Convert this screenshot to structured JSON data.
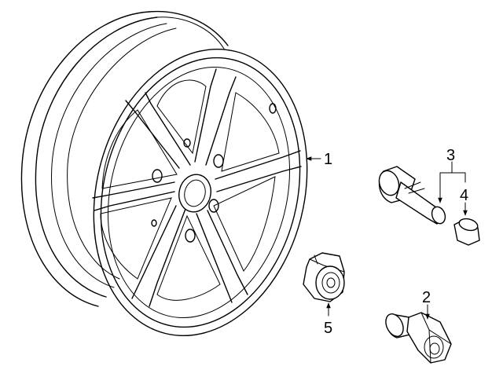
{
  "diagram": {
    "callouts": [
      {
        "id": "wheel",
        "label": "1"
      },
      {
        "id": "lug-nut",
        "label": "2"
      },
      {
        "id": "valve-stem",
        "label": "3"
      },
      {
        "id": "valve-cap",
        "label": "4"
      },
      {
        "id": "center-cap",
        "label": "5"
      }
    ]
  },
  "colors": {
    "line": "#000000",
    "background": "#ffffff"
  }
}
